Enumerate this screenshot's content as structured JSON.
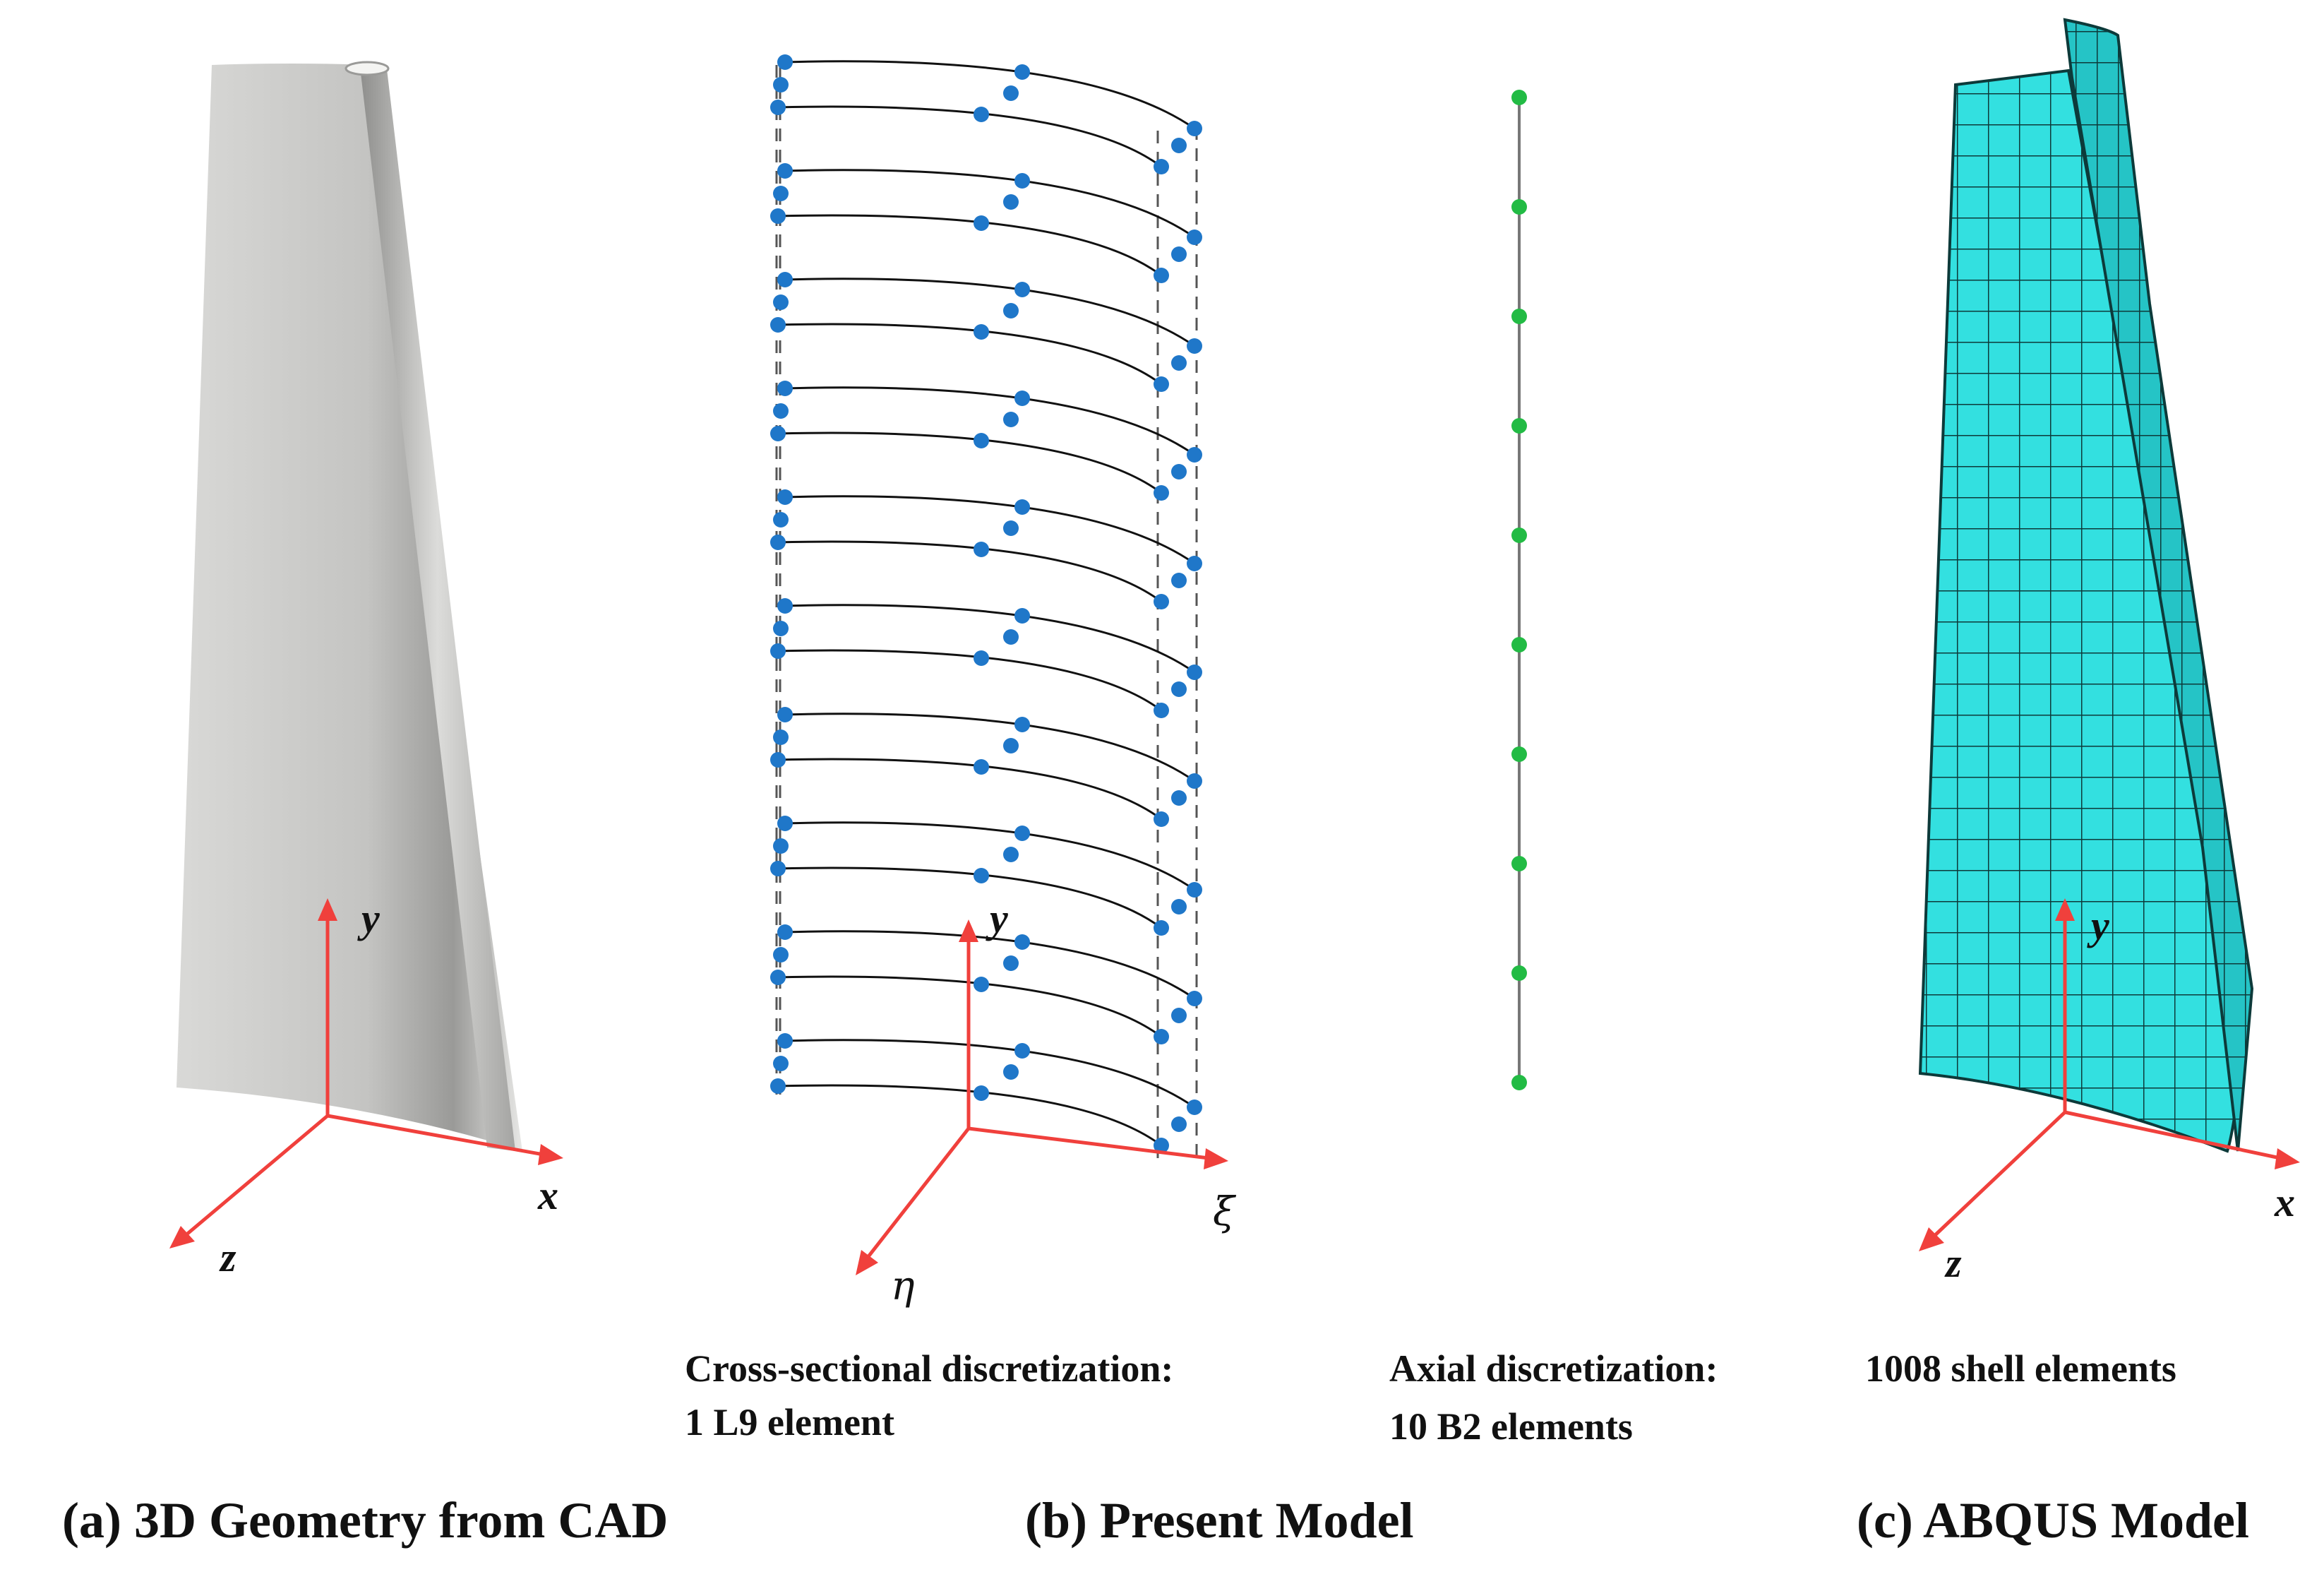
{
  "panels": [
    {
      "id": "a",
      "title": "(a) 3D Geometry from CAD",
      "axes": {
        "x": "x",
        "y": "y",
        "z": "z"
      }
    },
    {
      "id": "b",
      "title": "(b) Present Model",
      "axes": {
        "y": "y",
        "xi": "ξ",
        "eta": "η"
      },
      "cross_section": {
        "line1": "Cross-sectional discretization:",
        "line2": "1 L9 element"
      },
      "axial": {
        "line1": "Axial discretization:",
        "line2": "10 B2 elements",
        "node_count": 10
      }
    },
    {
      "id": "c",
      "title": "(c) ABQUS Model",
      "axes": {
        "x": "x",
        "y": "y",
        "z": "z"
      },
      "mesh_label": "1008 shell elements"
    }
  ],
  "colors": {
    "axis_arrow": "#f0403c",
    "node_blue": "#1f77c9",
    "node_green": "#22bb44",
    "mesh_fill": "#33e0e0",
    "blade_gray": "#c9c9c7"
  }
}
